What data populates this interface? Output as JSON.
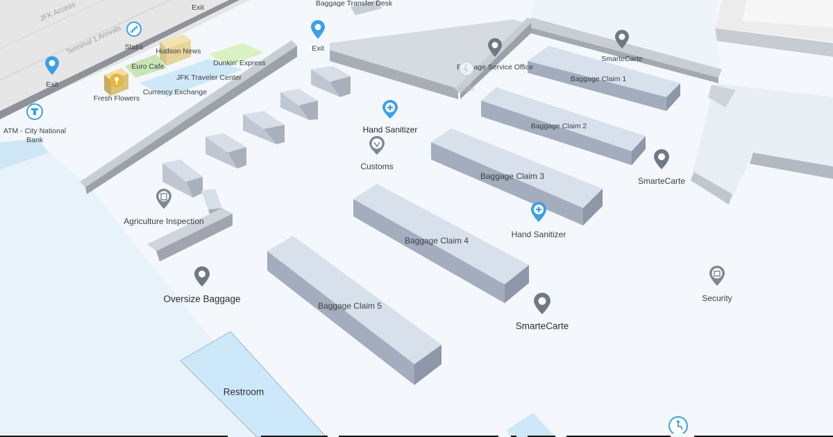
{
  "colors": {
    "floor": "#f4f8fc",
    "walkway": "#e6f2fb",
    "glass": "#cde8f8",
    "block_top": "#d8e0ec",
    "block_side": "#b3bccb",
    "block_front": "#9ea8b8",
    "wall": "#9aa0aa",
    "outside": "#e9e9e9",
    "pin_gray": "#7d8793",
    "pin_blue": "#3aa0e8",
    "pin_white": "#ffffff"
  },
  "roads": {
    "jfk_access": "JFK Access",
    "terminal_arrivals": "Terminal 1 Arrivals"
  },
  "shops": {
    "stairs": "Stairs",
    "hudson_news": "Hudson News",
    "euro_cafe": "Euro Cafe",
    "dunkin": "Dunkin' Express",
    "jfk_traveler_center": "JFK Traveler Center",
    "currency_exchange": "Currency Exchange",
    "fresh_flowers": "Fresh Flowers"
  },
  "claims": {
    "c1": "Baggage Claim 1",
    "c2": "Baggage Claim 2",
    "c3": "Baggage Claim 3",
    "c4": "Baggage Claim 4",
    "c5": "Baggage Claim 5"
  },
  "pois": {
    "exit_top": "Exit",
    "exit_mid": "Exit",
    "exit_left": "Exit",
    "baggage_transfer_desk": "Baggage Transfer Desk",
    "atm": "ATM - City National Bank",
    "baggage_service_office": "Baggage Service Office",
    "aed": "AED",
    "smartecarte_top": "SmarteCarte",
    "hand_sanitizer_top": "Hand Sanitizer",
    "customs": "Customs",
    "smartecarte_right": "SmarteCarte",
    "agriculture_inspection": "Agriculture Inspection",
    "hand_sanitizer_mid": "Hand Sanitizer",
    "oversize_baggage": "Oversize Baggage",
    "security": "Security",
    "smartecarte_bottom": "SmarteCarte",
    "restroom": "Restroom"
  }
}
